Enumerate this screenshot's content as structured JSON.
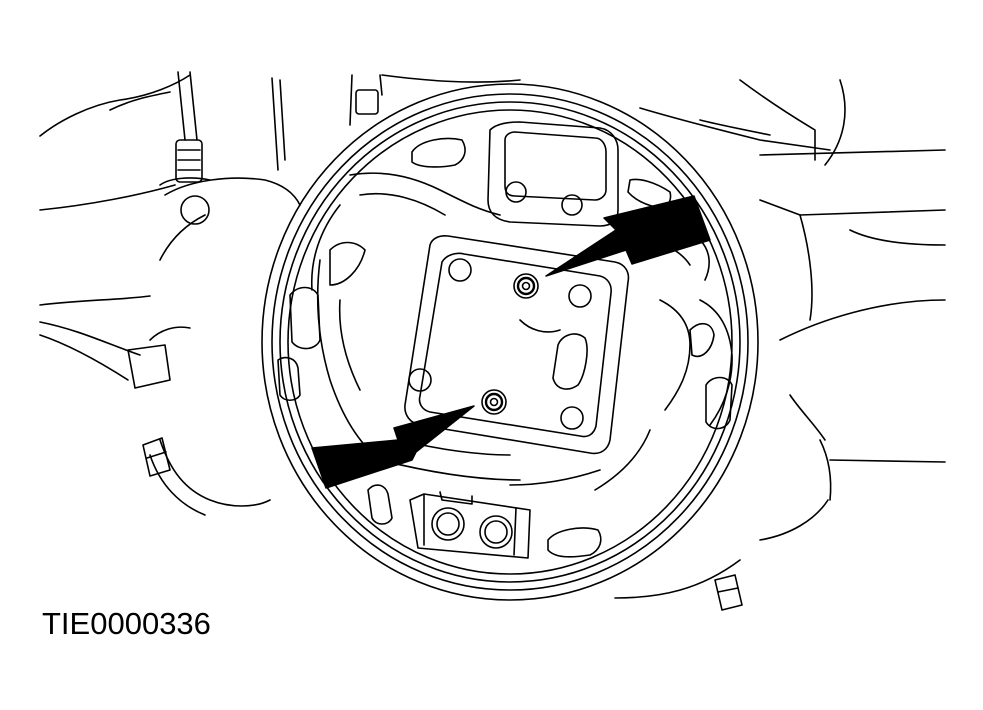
{
  "figure_code": "TIE0000336",
  "colors": {
    "line": "#000000",
    "fill": "#ffffff",
    "arrow": "#000000"
  },
  "callouts": [
    {
      "name": "upper-arrow",
      "points_to": "upper-retaining-pin"
    },
    {
      "name": "lower-arrow",
      "points_to": "lower-retaining-pin"
    }
  ]
}
